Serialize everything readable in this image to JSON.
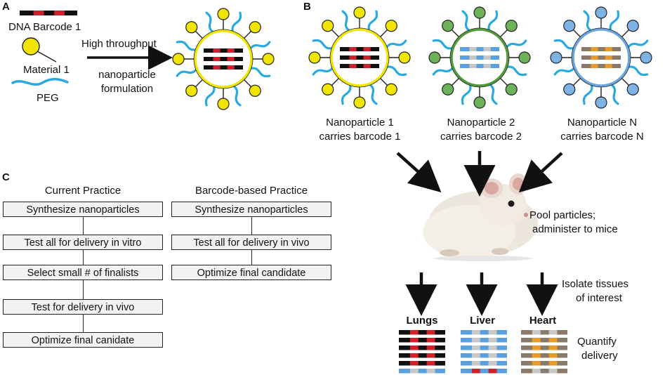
{
  "panels": {
    "a": "A",
    "b": "B",
    "c": "C"
  },
  "panel_a": {
    "barcode_label": "DNA Barcode 1",
    "material_label": "Material 1",
    "peg_label": "PEG",
    "arrow_label_lines": [
      "High throughput",
      "nanoparticle",
      "formulation"
    ]
  },
  "panel_b": {
    "particles": [
      {
        "line1": "Nanoparticle 1",
        "line2": "carries barcode 1",
        "ring": "#f2e600",
        "node": "#f2e600",
        "strand": [
          "#111111",
          "#d0202a"
        ]
      },
      {
        "line1": "Nanoparticle 2",
        "line2": "carries barcode 2",
        "ring": "#4f9a3a",
        "node": "#6cb35a",
        "strand": [
          "#5aa0e0",
          "#c8c8c8"
        ]
      },
      {
        "line1": "Nanoparticle N",
        "line2": "carries barcode N",
        "ring": "#6aa6dd",
        "node": "#7fb3e6",
        "strand": [
          "#8a7a6a",
          "#e89a2a"
        ]
      }
    ],
    "pool_lines": [
      "Pool particles;",
      "administer to mice"
    ],
    "isolate_lines": [
      "Isolate tissues",
      "of interest"
    ],
    "quantify_lines": [
      "Quantify",
      "delivery"
    ],
    "tissues": [
      "Lungs",
      "Liver",
      "Heart"
    ]
  },
  "panel_c": {
    "current_title": "Current Practice",
    "current_steps": [
      "Synthesize nanoparticles",
      "Test all for delivery in vitro",
      "Select small # of finalists",
      "Test for delivery in vivo",
      "Optimize final canidate"
    ],
    "barcode_title": "Barcode-based Practice",
    "barcode_steps": [
      "Synthesize nanoparticles",
      "Test all for delivery in vivo",
      "Optimize final candidate"
    ]
  },
  "colors": {
    "peg": "#2aa8e0",
    "yellow": "#f2e600",
    "red": "#d0202a",
    "black": "#111111",
    "blue": "#5aa0e0",
    "grey": "#c8c8c8",
    "brown": "#8a7a6a",
    "orange": "#e89a2a"
  },
  "icons": [
    "nanoparticle-icon",
    "mouse-image",
    "arrow-icon"
  ]
}
